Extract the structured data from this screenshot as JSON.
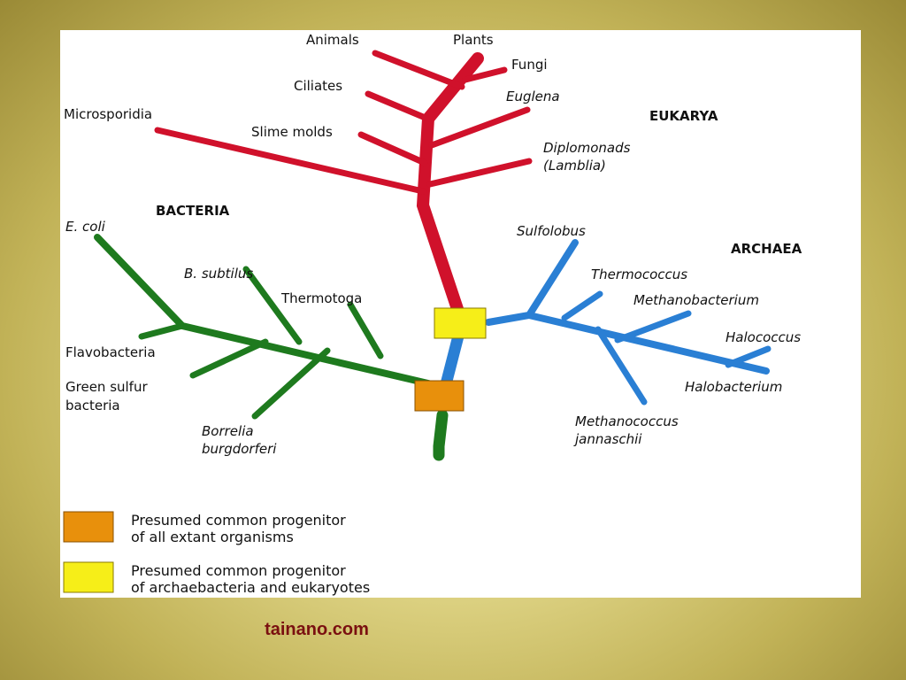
{
  "diagram": {
    "domains": {
      "eukarya": "EUKARYA",
      "bacteria": "BACTERIA",
      "archaea": "ARCHAEA"
    },
    "eukarya_taxa": {
      "animals": "Animals",
      "plants": "Plants",
      "fungi": "Fungi",
      "ciliates": "Ciliates",
      "euglena": "Euglena",
      "microsporidia": "Microsporidia",
      "slime_molds": "Slime molds",
      "diplomonads_1": "Diplomonads",
      "diplomonads_2": "(Lamblia)"
    },
    "bacteria_taxa": {
      "e_coli": "E. coli",
      "b_subtilus": "B. subtilus",
      "thermotoga": "Thermotoga",
      "flavobacteria": "Flavobacteria",
      "green_sulfur_1": "Green sulfur",
      "green_sulfur_2": "bacteria",
      "borrelia_1": "Borrelia",
      "borrelia_2": "burgdorferi"
    },
    "archaea_taxa": {
      "sulfolobus": "Sulfolobus",
      "thermococcus": "Thermococcus",
      "methanobacterium": "Methanobacterium",
      "halococcus": "Halococcus",
      "halobacterium": "Halobacterium",
      "methanococcus_1": "Methanococcus",
      "methanococcus_2": "jannaschii"
    },
    "legend": [
      {
        "line1": "Presumed common progenitor",
        "line2": "of all extant organisms",
        "swatch": "orange"
      },
      {
        "line1": "Presumed common progenitor",
        "line2": "of archaebacteria and eukaryotes",
        "swatch": "yellow"
      }
    ],
    "colors": {
      "eukarya_branch": "#d0112b",
      "bacteria_branch": "#1e7a1e",
      "archaea_branch": "#2a7fd4",
      "all_progenitor": "#e8900c",
      "archaea_eukaryote_progenitor": "#f6ee18"
    }
  },
  "footer": {
    "credit": "tainano.com"
  }
}
